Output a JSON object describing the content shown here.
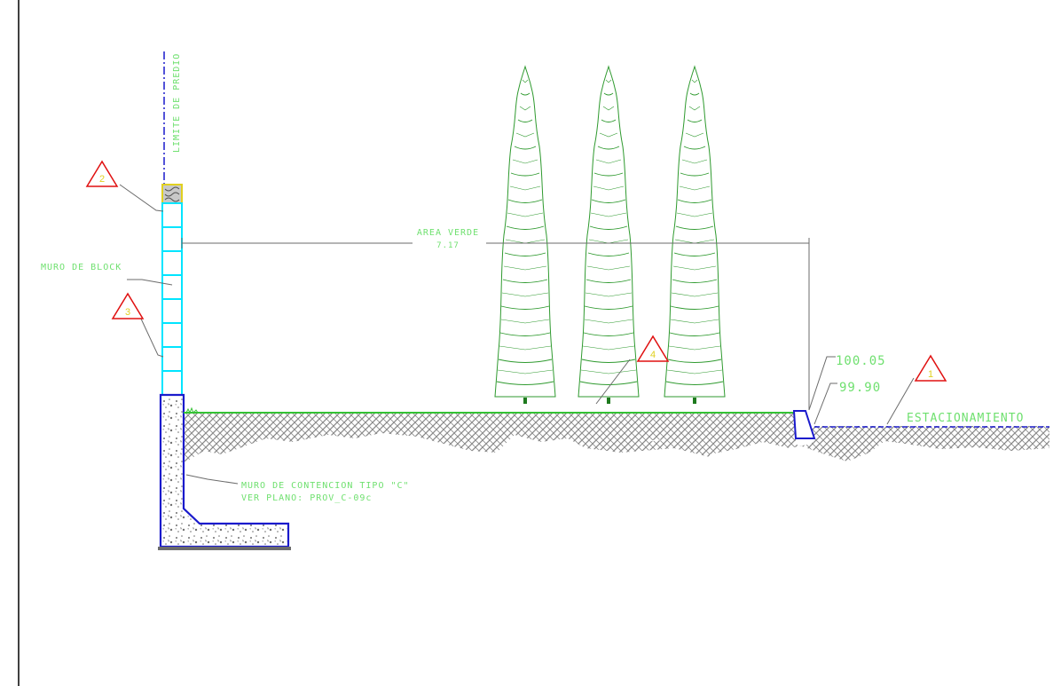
{
  "labels": {
    "property_limit": "LIMITE DE PREDIO",
    "block_wall": "MURO DE BLOCK",
    "green_area": "AREA VERDE",
    "green_area_dim": "7.17",
    "retaining_wall_line1": "MURO DE CONTENCION TIPO \"C\"",
    "retaining_wall_line2": "VER PLANO: PROV_C-09c",
    "level_top": "100.05",
    "level_bottom": "99.90",
    "parking": "ESTACIONAMIENTO"
  },
  "markers": [
    "2",
    "3",
    "4",
    "1"
  ],
  "colors": {
    "annotation_text": "#6fe06f",
    "leader": "#6b6b6b",
    "block_wall": "#00e5ff",
    "concrete_outline": "#1a1acc",
    "property_line": "#1a1acc",
    "tree": "#2f9a2f",
    "grass": "#34c234",
    "soil": "#8a8a8a",
    "marker_triangle": "#e01010",
    "marker_number": "#e0d020"
  },
  "icons": [
    "tree-icon",
    "delta-marker-icon"
  ]
}
